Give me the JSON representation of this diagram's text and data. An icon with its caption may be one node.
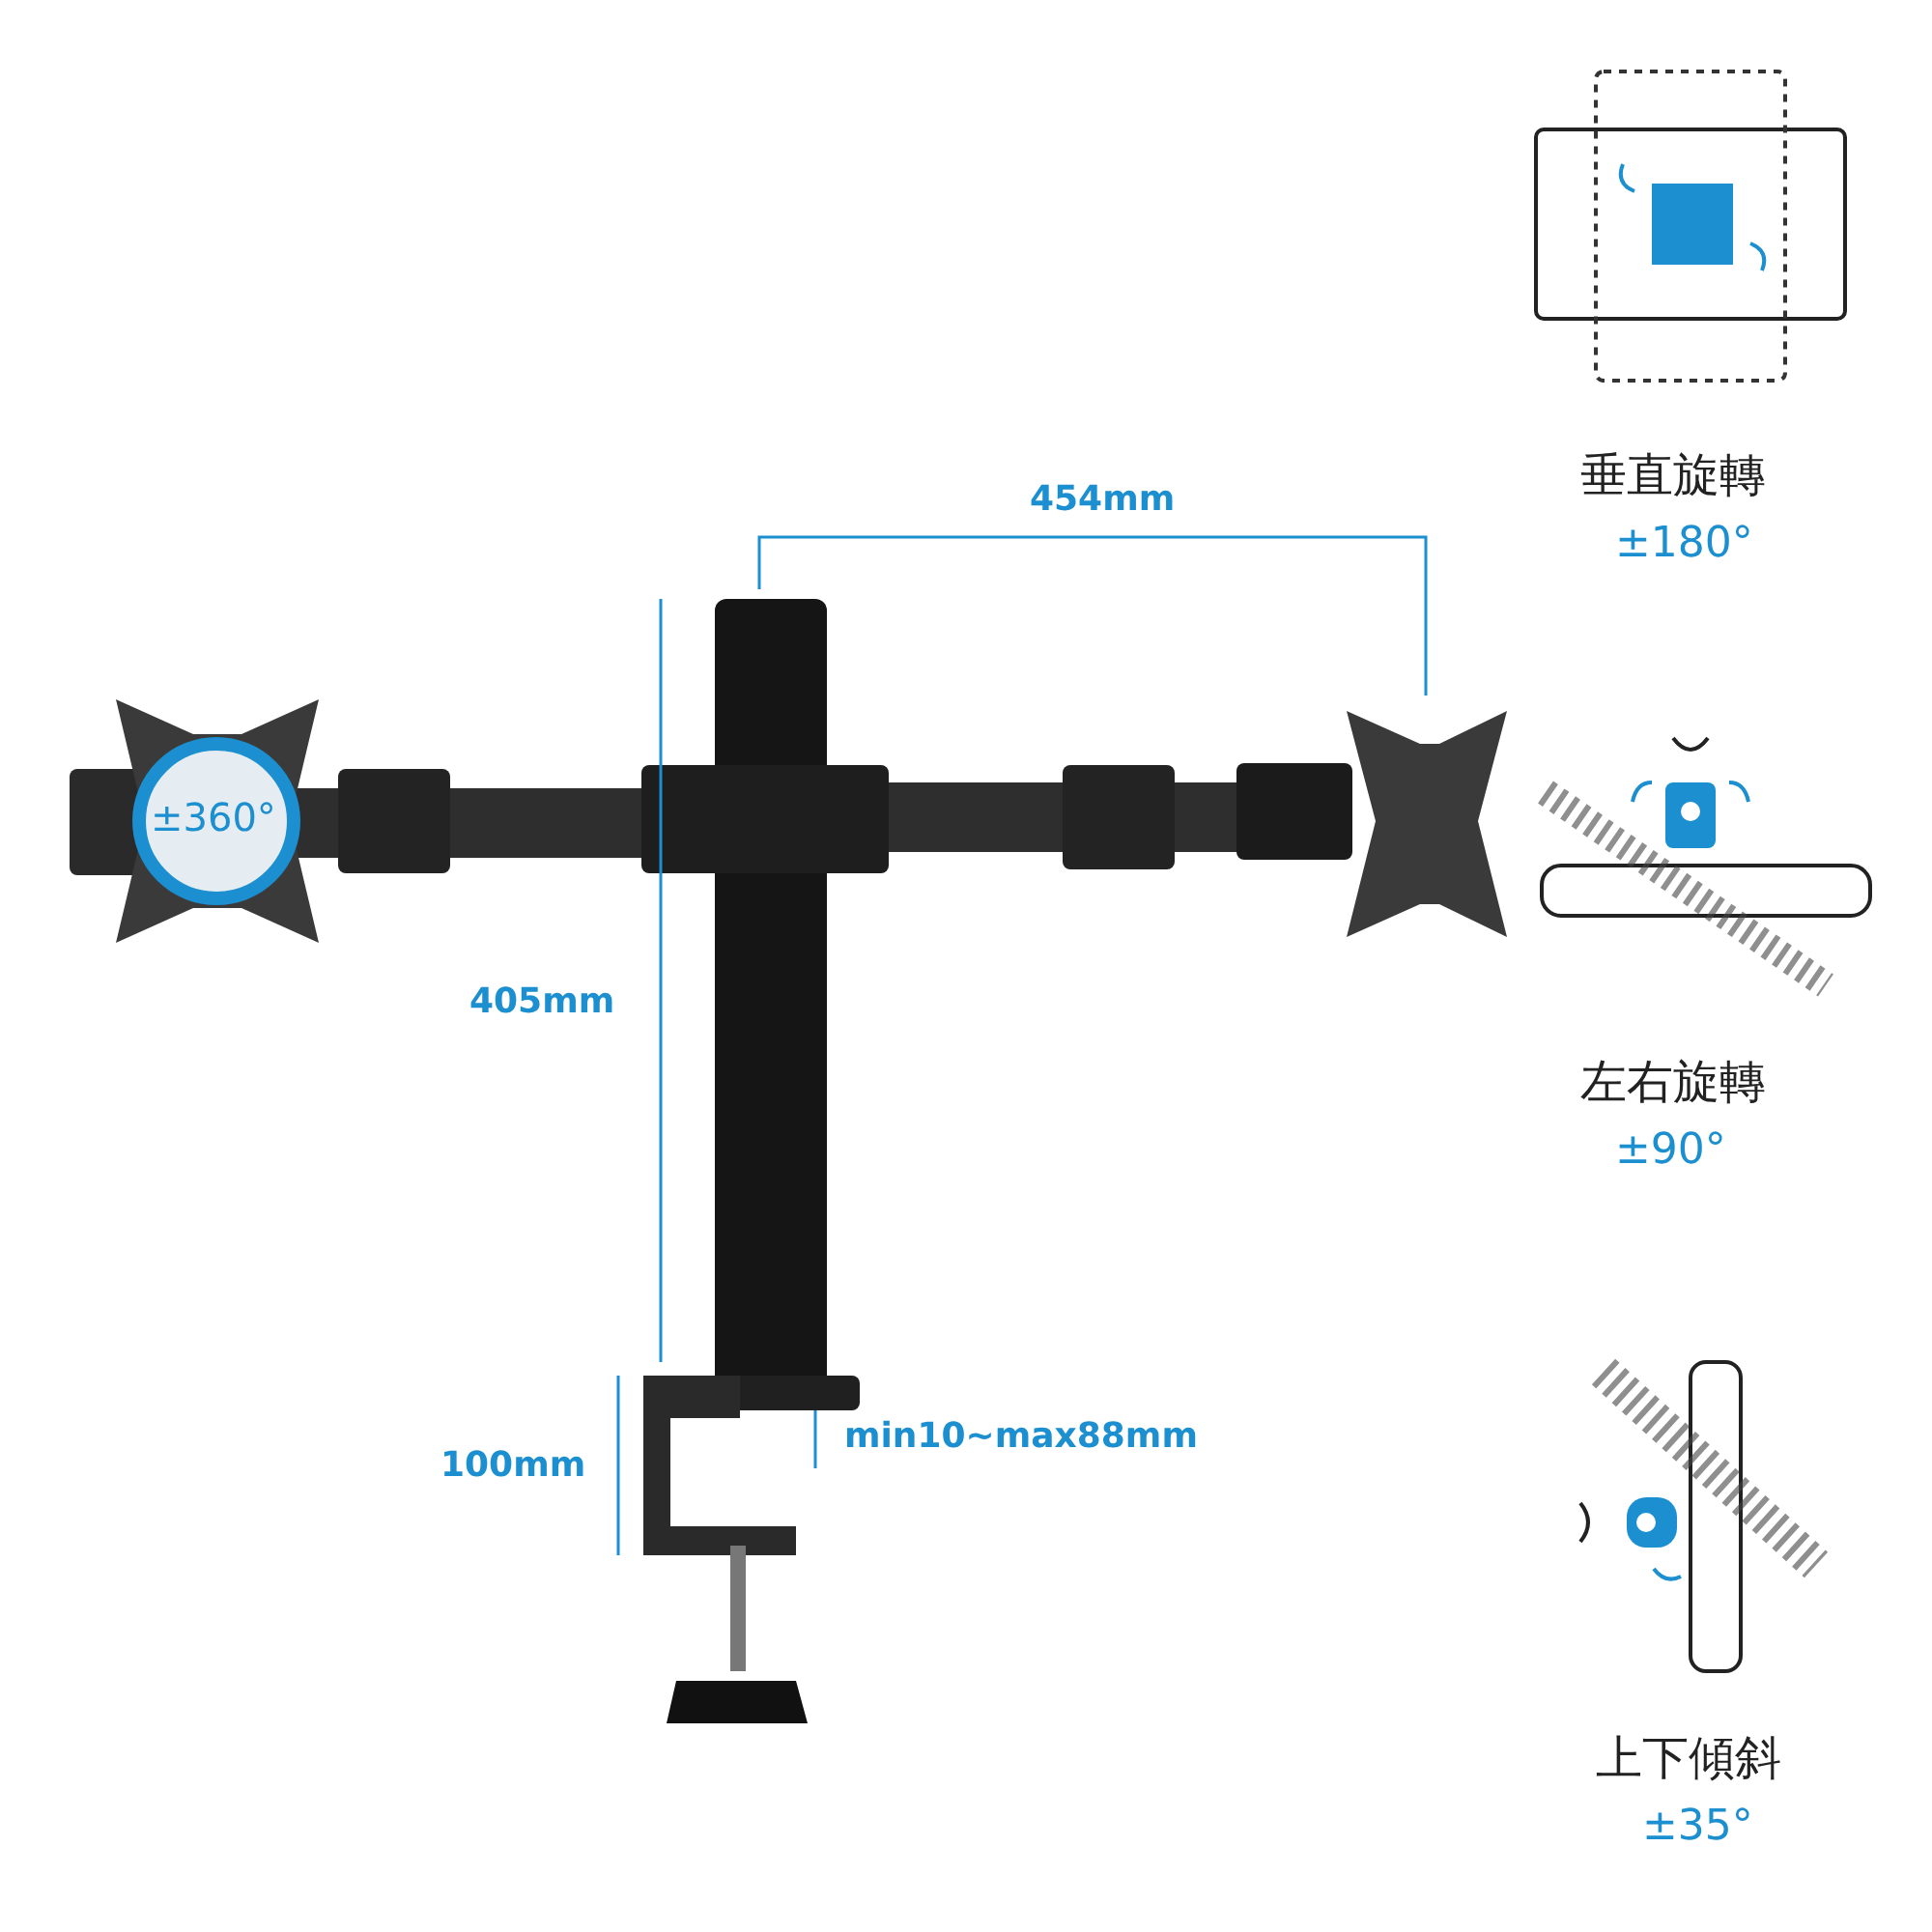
{
  "diagram": {
    "labels": [
      "454mm",
      "±360°",
      "405mm",
      "100mm",
      "min10~max88mm",
      "垂直旋轉",
      "±180°",
      "左右旋轉",
      "±90°",
      "上下傾斜",
      "±35°"
    ]
  }
}
